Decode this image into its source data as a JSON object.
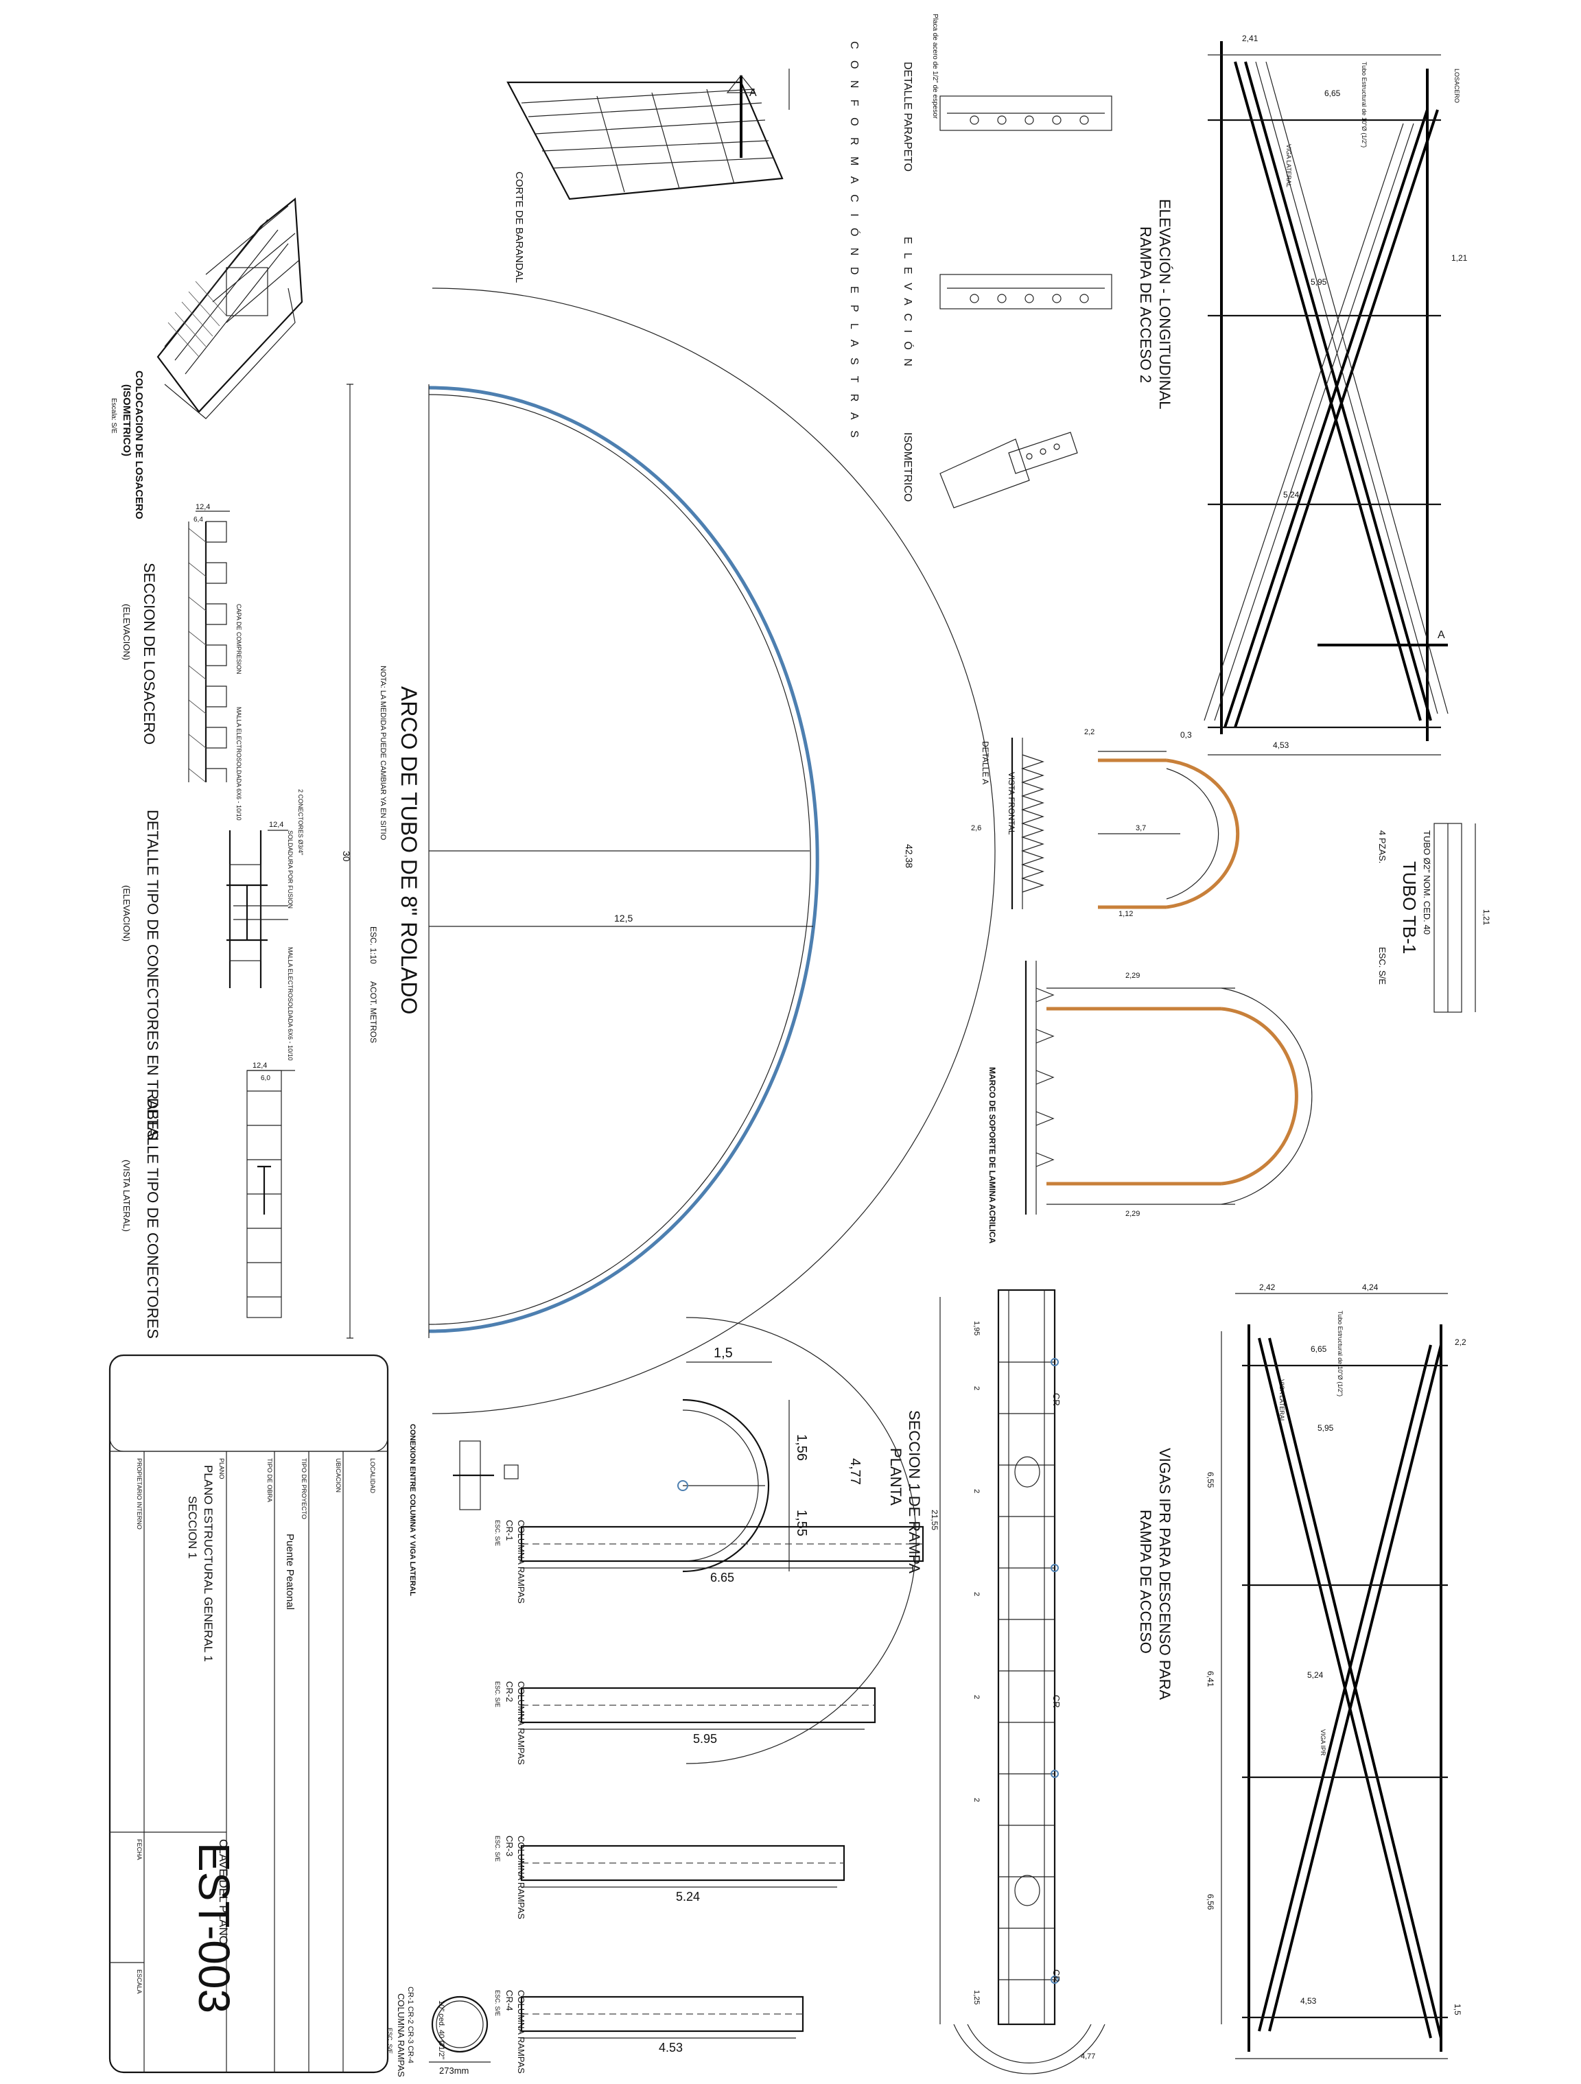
{
  "title_block": {
    "sheet_code_label": "CLAVE DEL PLANO",
    "sheet_code": "EST-003",
    "plan_label": "PLANO",
    "plan_name_line1": "PLANO ESTRUCTURAL GENERAL 1",
    "plan_name_line2": "SECCION 1",
    "project_type_label": "TIPO DE PROYECTO",
    "project_type": "Puente Peatonal",
    "work_type_label": "TIPO DE OBRA",
    "location_label": "UBICACION",
    "locality_label": "LOCALIDAD",
    "owner_label": "PROPIETARIO INTERNO",
    "date_label": "FECHA",
    "scale_label": "ESCALA"
  },
  "views": {
    "elevation_ramp2_title": "ELEVACIÓN - LONGITUDINAL",
    "elevation_ramp2_subtitle": "RAMPA DE ACCESO 2",
    "beams_title": "VIGAS IPR PARA DESCENSO PARA",
    "beams_subtitle": "RAMPA DE ACCESO",
    "section1_title": "SECCION 1 DE RAMPA",
    "section1_subtitle": "PLANTA",
    "arch_title": "ARCO DE TUBO DE 8\" ROLADO",
    "arch_scale": "ESC. 1:10",
    "arch_units": "ACOT. METROS",
    "arch_note": "NOTA: LA MEDIDA PUEDE CAMBIAR YA EN SITIO",
    "losacero_title": "COLOCACION DE LOSACERO",
    "losacero_subtitle": "(ISOMETRICO)",
    "losacero_scale": "Escala: S/E",
    "section_losacero_title": "SECCION DE LOSACERO",
    "section_losacero_subtitle": "(ELEVACION)",
    "connectors_trabes_title": "DETALLE TIPO DE CONECTORES EN TRABES",
    "connectors_trabes_subtitle": "(ELEVACION)",
    "connectors_title": "DETALLE TIPO DE CONECTORES",
    "connectors_subtitle": "(VISTA LATERAL)",
    "barandal_title": "CORTE DE BARANDAL",
    "plastras_title": "C O N F O R M A C I Ó N   D E   P L A S T R A S",
    "parapeto_title": "DETALLE PARAPETO",
    "parapeto_note": "Placa de acero de 1/2\" de espesor",
    "elevacion_label": "E L E V A C I Ó N",
    "isometrico_label": "ISOMETRICO",
    "tubo_title": "TUBO TB-1",
    "tubo_spec": "TUBO Ø2\" NOM. CED. 40",
    "tubo_qty": "4 PZAS.",
    "tubo_scale": "ESC. S/E",
    "conexion_title": "CONEXION ENTRE COLUMNA Y VIGA LATERAL",
    "vista_frontal": "VISTA FRONTAL",
    "detalle_a": "DETALLE A",
    "marco_title": "MARCO DE SOPORTE DE LAMINA ACRILICA"
  },
  "columns": [
    {
      "name": "COLUMNA RAMPAS",
      "code": "CR-1",
      "scale": "ESC. S/E",
      "length": "6.65"
    },
    {
      "name": "COLUMNA RAMPAS",
      "code": "CR-2",
      "scale": "ESC. S/E",
      "length": "5.95"
    },
    {
      "name": "COLUMNA RAMPAS",
      "code": "CR-3",
      "scale": "ESC. S/E",
      "length": "5.24"
    },
    {
      "name": "COLUMNA RAMPAS",
      "code": "CR-4",
      "scale": "ESC. S/E",
      "length": "4.53"
    }
  ],
  "column_section": {
    "codes": "CR-1 CR-2 CR-3 CR-4",
    "pipe": "10\" ced. 40 Ø1/2\"",
    "diameter": "273mm"
  },
  "dimensions": {
    "arch_height": "30",
    "arch_radius": "12,5",
    "arch_length": "42,38",
    "ring_width": "1,5",
    "ring_top": "1,56",
    "ring_bottom": "1,55",
    "ring_arc": "4,77",
    "section_length": "21,55",
    "section_first": "1,95",
    "section_last": "1,25",
    "section_bay": "2",
    "tubo_len": "1,21",
    "elev_top": "2,41",
    "elev_d1": "6,65",
    "elev_d2": "5,95",
    "elev_d3": "5,24",
    "elev_d4": "4,53",
    "elev_bottom": "0,3",
    "elev_side": "1,21",
    "beam_w1": "2,42",
    "beam_w2": "4,24",
    "beam_top": "2,2",
    "beam_d1": "6,55",
    "beam_d2": "6,41",
    "beam_d3": "6,56",
    "beam_d4": "1,5",
    "beam_v1": "6,65",
    "beam_v2": "5,95",
    "beam_v3": "5,24",
    "beam_v4": "4,53",
    "frame1_top": "2,2",
    "frame1_inner": "3,7",
    "frame1_side": "2,6",
    "frame1_bottom": "1,12",
    "frame2_top": "2,29",
    "frame2_bottom": "2,29",
    "losacero_w": "12,4",
    "losacero_sub": "6,4",
    "losacero_sub2": "6,0"
  },
  "labels": {
    "cr": "CR",
    "cut_a": "A",
    "tubo_estructural": "Tubo Estructural de 10\"Ø (1/2\")",
    "viga_lateral": "VIGA LATERAL",
    "viga_ipr": "VIGA IPR",
    "losacero": "LOSACERO",
    "malla": "MALLA ELECTROSOLDADA 6X6 - 10/10",
    "capa": "CAPA DE COMPRESION",
    "conectores": "2 CONECTORES Ø3/4\"",
    "soldadura": "SOLDADURA POR FUSION"
  }
}
